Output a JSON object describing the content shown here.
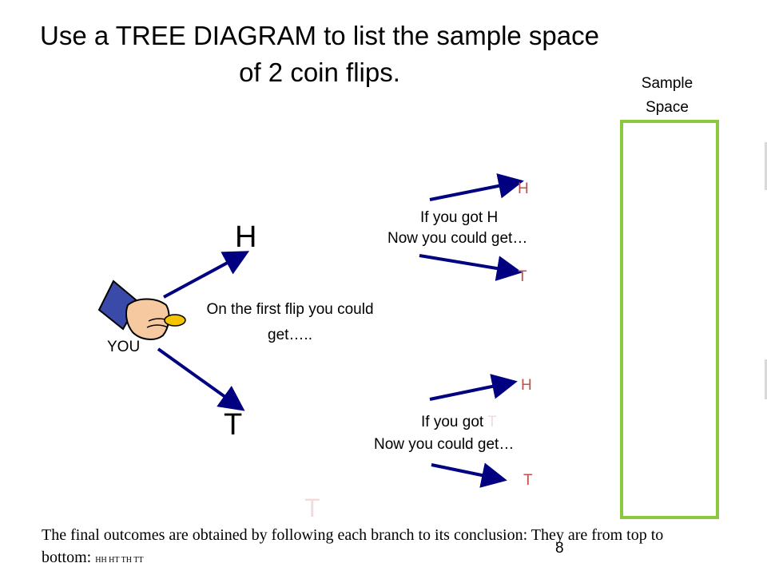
{
  "title": "Use a TREE DIAGRAM to list the sample space of 2 coin flips.",
  "sample_space_label": "Sample Space",
  "you_label": "YOU",
  "first_flip": {
    "heads": "H",
    "tails": "T",
    "caption": "On the first flip you could get….."
  },
  "second_flip_after_h": {
    "caption_line1": "If you got H",
    "caption_line2": "Now you could get…",
    "top": "H",
    "bottom": "T"
  },
  "second_flip_after_t": {
    "caption_prefix": "If you got ",
    "caption_ghost": "T",
    "caption_line2": "Now you could get…",
    "top": "H",
    "bottom": "T"
  },
  "ghost_t": "T",
  "final_text": "The final outcomes are obtained by following each branch to its conclusion: They are from top to bottom: ",
  "final_outcomes": "HH HT TH TT",
  "page_number": "8",
  "colors": {
    "arrow": "#000080",
    "outcome_red": "#c0504d",
    "box_green": "#8dc63f"
  }
}
